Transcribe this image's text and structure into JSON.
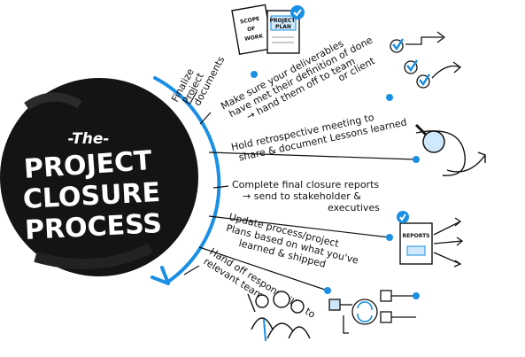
{
  "title": {
    "prefix": "-The-",
    "line1": "PROJECT",
    "line2": "CLOSURE",
    "line3": "PROCESS"
  },
  "steps": [
    {
      "lines": [
        "Finalize",
        "Project",
        "documents"
      ]
    },
    {
      "lines": [
        "Make sure your deliverables",
        "have met their definition of done",
        "→ hand them off to team",
        "or client"
      ]
    },
    {
      "lines": [
        "Hold retrospective meeting to",
        "share & document Lessons learned"
      ]
    },
    {
      "lines": [
        "Complete final closure reports",
        "→ send to stakeholder &",
        "executives"
      ]
    },
    {
      "lines": [
        "Update process/project",
        "Plans based on what you've",
        "learned & shipped"
      ]
    },
    {
      "lines": [
        "Hand off responsibility to",
        "relevant team"
      ]
    }
  ],
  "doc_labels": {
    "scope": [
      "SCOPE",
      "OF",
      "WORK"
    ],
    "plan": [
      "PROJECT",
      "PLAN"
    ],
    "reports": "REPORTS"
  },
  "colors": {
    "accent": "#1a8fe3",
    "circle": "#141414",
    "ink": "#111111"
  }
}
